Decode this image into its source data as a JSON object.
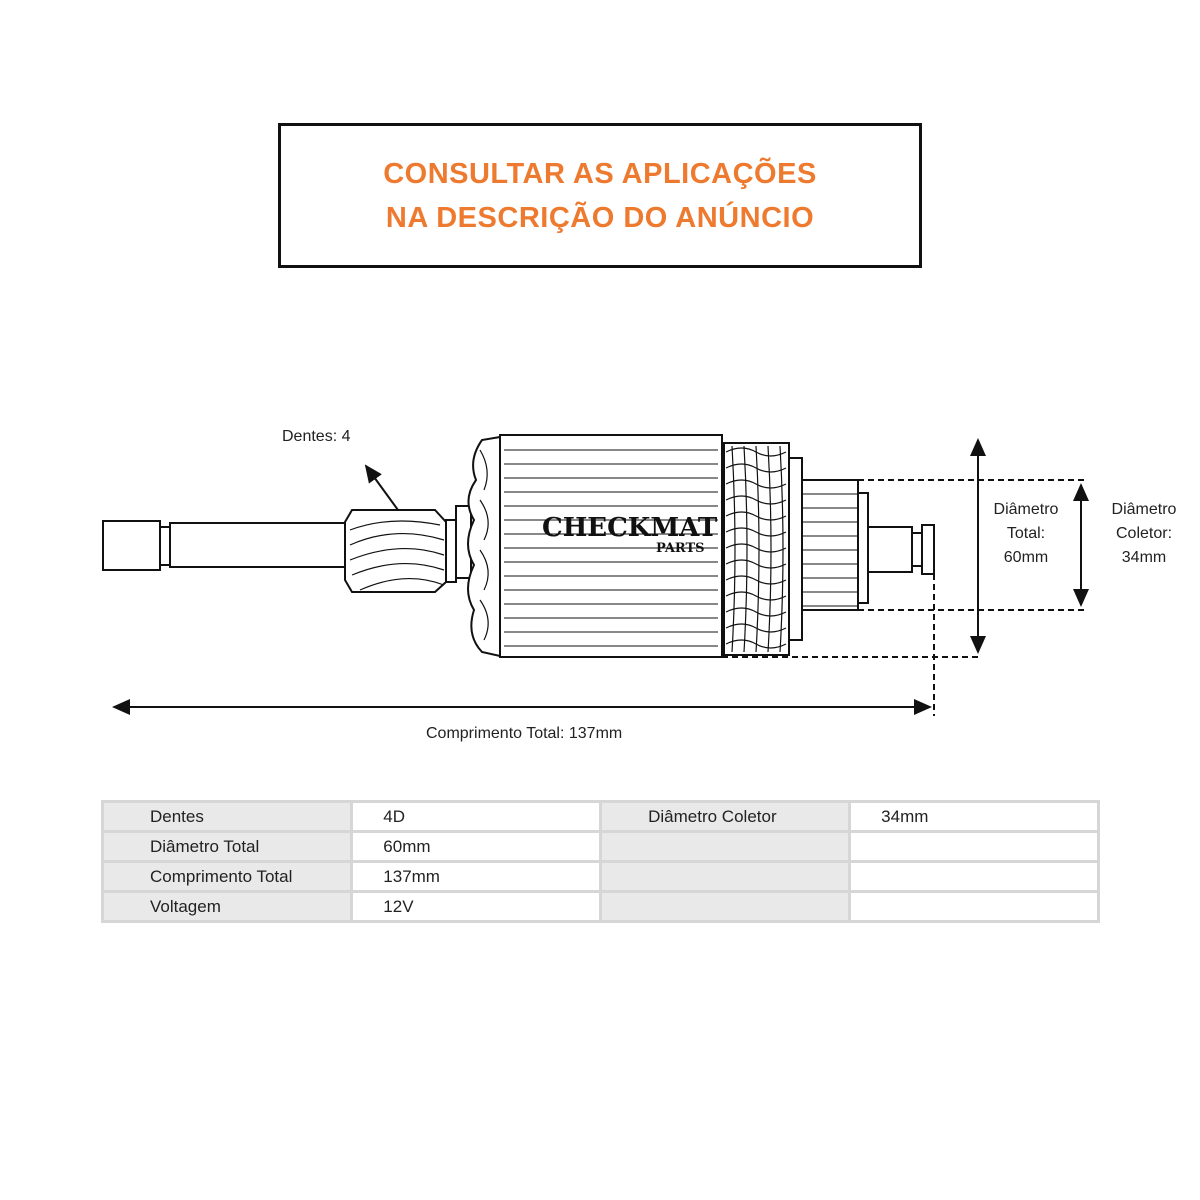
{
  "banner": {
    "line1": "CONSULTAR AS APLICAÇÕES",
    "line2": "NA DESCRIÇÃO DO ANÚNCIO",
    "color": "#EE7A30"
  },
  "diagram": {
    "logo_text": "CHECKMATE PARTS",
    "teeth_label": "Dentes: 4",
    "total_diameter_label": [
      "Diâmetro",
      "Total:",
      "60mm"
    ],
    "collector_diameter_label": [
      "Diâmetro",
      "Coletor:",
      "34mm"
    ],
    "total_length_label": "Comprimento Total: 137mm"
  },
  "specs": {
    "rows": [
      [
        "Dentes",
        "4D",
        "Diâmetro Coletor",
        "34mm"
      ],
      [
        "Diâmetro Total",
        "60mm",
        "",
        ""
      ],
      [
        "Comprimento Total",
        "137mm",
        "",
        ""
      ],
      [
        "Voltagem",
        "12V",
        "",
        ""
      ]
    ]
  }
}
